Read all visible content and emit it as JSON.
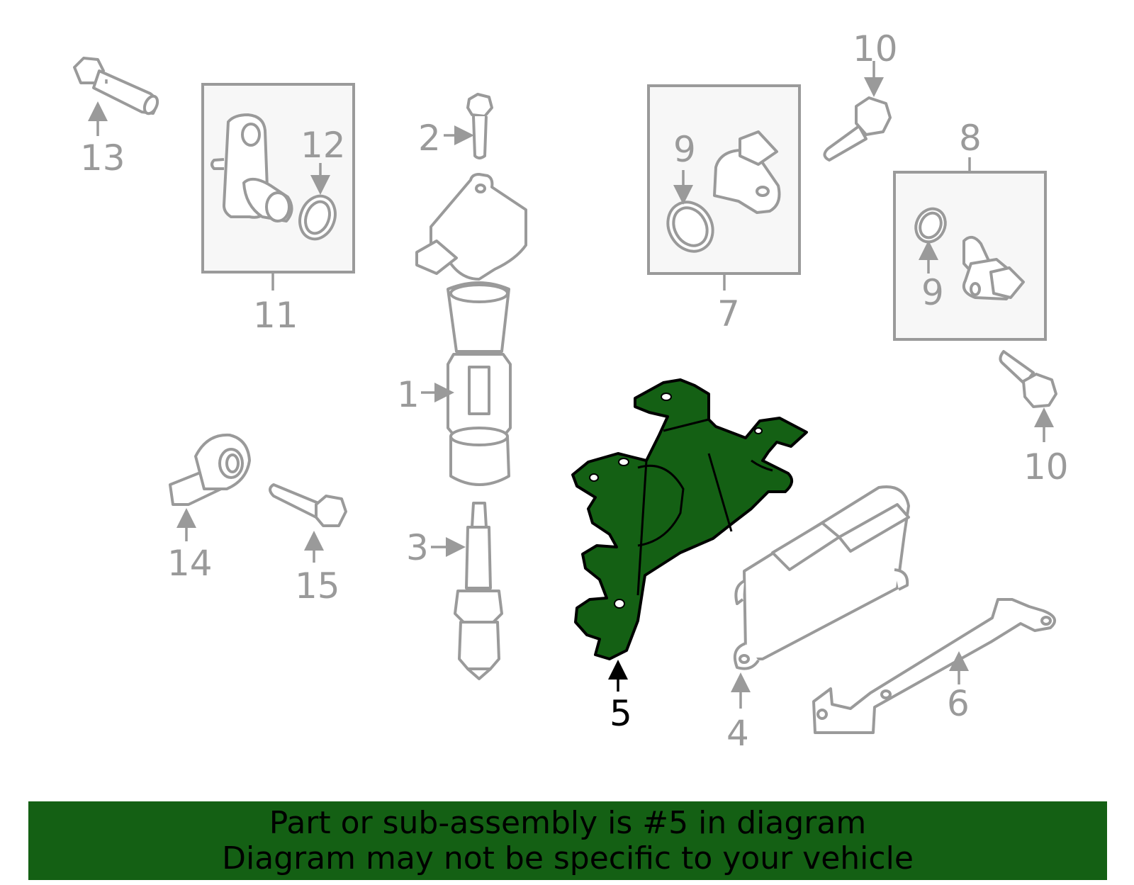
{
  "callouts": {
    "c1": "1",
    "c2": "2",
    "c3": "3",
    "c4": "4",
    "c5": "5",
    "c6": "6",
    "c7": "7",
    "c8": "8",
    "c9a": "9",
    "c9b": "9",
    "c10a": "10",
    "c10b": "10",
    "c11": "11",
    "c12": "12",
    "c13": "13",
    "c14": "14",
    "c15": "15"
  },
  "highlight": {
    "part_number": "5",
    "color": "#146014"
  },
  "banner": {
    "line1": "Part or sub-assembly is #5 in diagram",
    "line2": "Diagram may not be specific to your vehicle"
  }
}
